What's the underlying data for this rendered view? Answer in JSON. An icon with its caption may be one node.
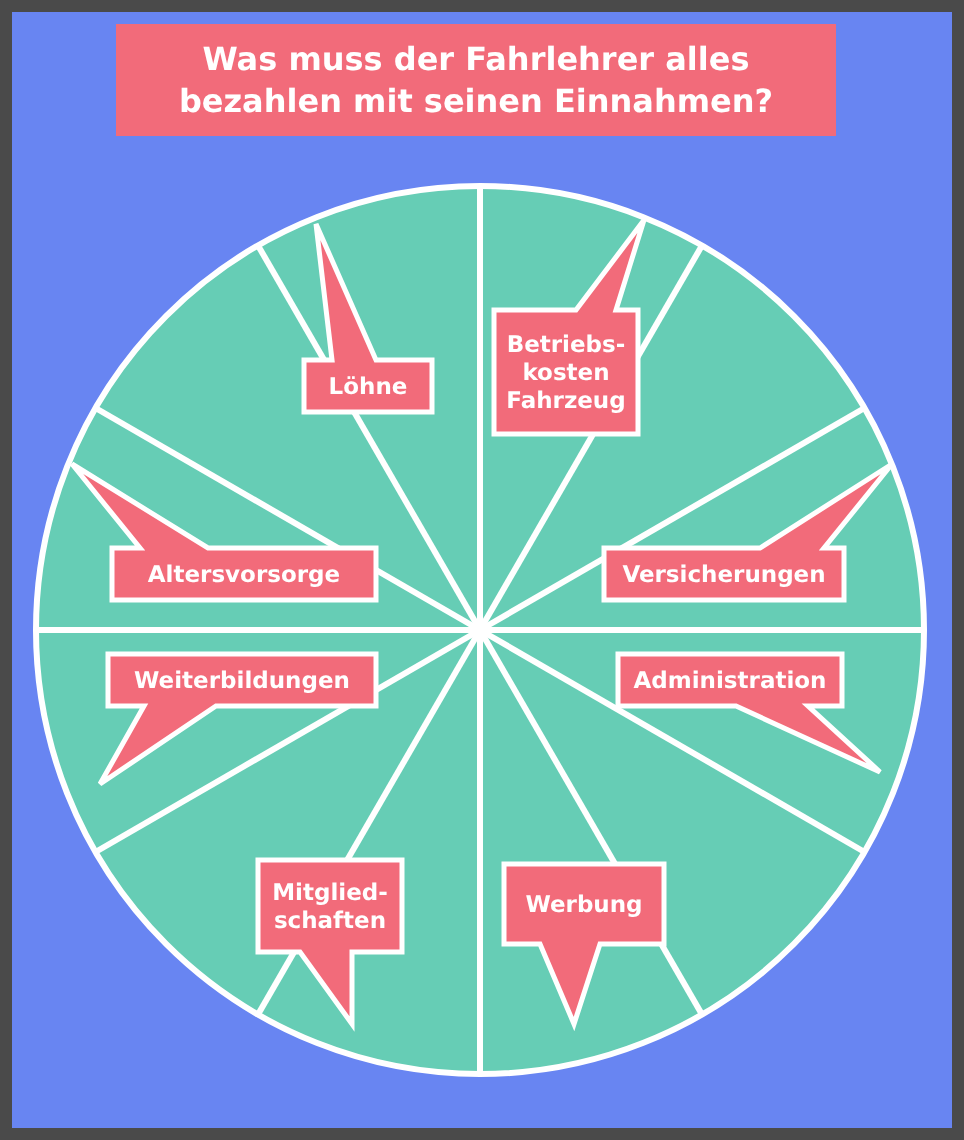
{
  "diagram": {
    "title": "Was muss der Fahrlehrer alles bezahlen mit seinen Einnahmen?",
    "nodes": [
      {
        "text": [
          "Löhne"
        ]
      },
      {
        "text": [
          "Betriebs- kosten Fahrzeug"
        ]
      },
      {
        "text": [
          "Altersvorsorge"
        ]
      },
      {
        "text": [
          "Versicherungen"
        ]
      },
      {
        "text": [
          "Weiterbildungen"
        ]
      },
      {
        "text": [
          "Administration"
        ]
      },
      {
        "text": [
          "Mitglied- schaften"
        ]
      },
      {
        "text": [
          "Werbung"
        ]
      }
    ]
  }
}
